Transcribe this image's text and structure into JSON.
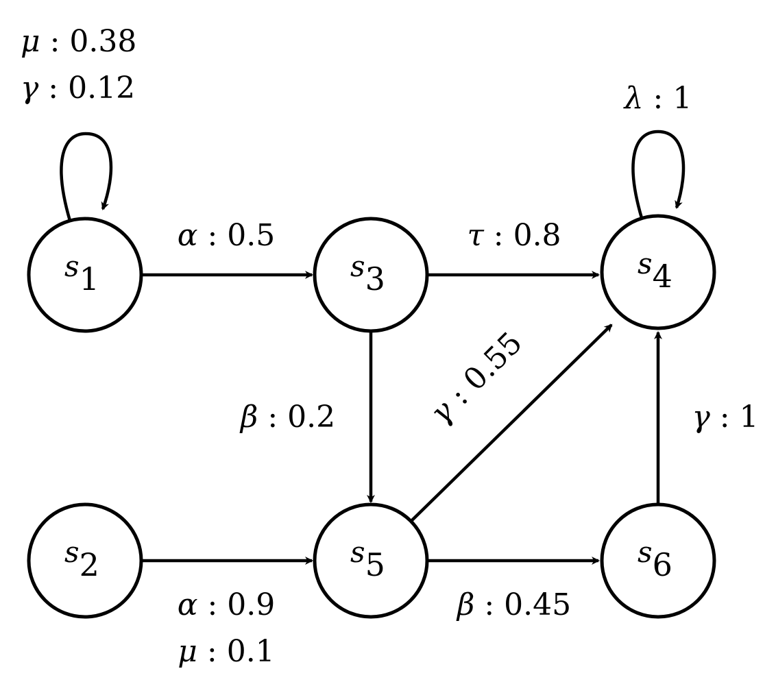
{
  "states": [
    {
      "id": "s1",
      "letter": "s",
      "index": "1"
    },
    {
      "id": "s2",
      "letter": "s",
      "index": "2"
    },
    {
      "id": "s3",
      "letter": "s",
      "index": "3"
    },
    {
      "id": "s4",
      "letter": "s",
      "index": "4"
    },
    {
      "id": "s5",
      "letter": "s",
      "index": "5"
    },
    {
      "id": "s6",
      "letter": "s",
      "index": "6"
    }
  ],
  "transitions": [
    {
      "id": "s1-s1",
      "from": "s1",
      "to": "s1",
      "labels": [
        {
          "action": "μ",
          "prob": "0.38"
        },
        {
          "action": "γ",
          "prob": "0.12"
        }
      ]
    },
    {
      "id": "s1-s3",
      "from": "s1",
      "to": "s3",
      "labels": [
        {
          "action": "α",
          "prob": "0.5"
        }
      ]
    },
    {
      "id": "s3-s4",
      "from": "s3",
      "to": "s4",
      "labels": [
        {
          "action": "τ",
          "prob": "0.8"
        }
      ]
    },
    {
      "id": "s4-s4",
      "from": "s4",
      "to": "s4",
      "labels": [
        {
          "action": "λ",
          "prob": "1"
        }
      ]
    },
    {
      "id": "s3-s5",
      "from": "s3",
      "to": "s5",
      "labels": [
        {
          "action": "β",
          "prob": "0.2"
        }
      ]
    },
    {
      "id": "s5-s4",
      "from": "s5",
      "to": "s4",
      "labels": [
        {
          "action": "γ",
          "prob": "0.55"
        }
      ]
    },
    {
      "id": "s6-s4",
      "from": "s6",
      "to": "s4",
      "labels": [
        {
          "action": "γ",
          "prob": "1"
        }
      ]
    },
    {
      "id": "s2-s5",
      "from": "s2",
      "to": "s5",
      "labels": [
        {
          "action": "α",
          "prob": "0.9"
        },
        {
          "action": "μ",
          "prob": "0.1"
        }
      ]
    },
    {
      "id": "s5-s6",
      "from": "s5",
      "to": "s6",
      "labels": [
        {
          "action": "β",
          "prob": "0.45"
        }
      ]
    }
  ],
  "colors": {
    "stroke": "#000000",
    "background": "#ffffff"
  }
}
